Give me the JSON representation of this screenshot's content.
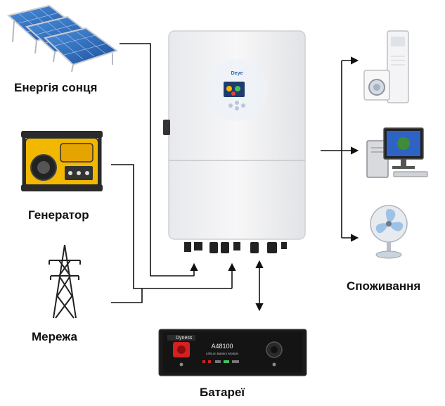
{
  "labels": {
    "solar": "Енергія сонця",
    "generator": "Генератор",
    "grid": "Мережа",
    "consumption": "Споживання",
    "batteries": "Батареї"
  },
  "battery": {
    "brand": "Dyness",
    "model": "A48100",
    "subtitle": "Lithium Battery Module"
  },
  "inverter": {
    "brand": "Deye"
  },
  "icons": {
    "solar": "solar-panels-icon",
    "generator": "generator-icon",
    "grid": "power-tower-icon",
    "inverter": "inverter-icon",
    "battery": "battery-module-icon",
    "loads": [
      "air-conditioner-washer-icon",
      "desktop-computer-icon",
      "electric-fan-icon"
    ]
  },
  "colors": {
    "line": "#111111",
    "inverter_body": "#f1f2f4",
    "solar_blue": "#2f6fc0",
    "generator_yellow": "#f2b800",
    "battery_black": "#1a1a1a",
    "battery_red": "#d42020"
  }
}
